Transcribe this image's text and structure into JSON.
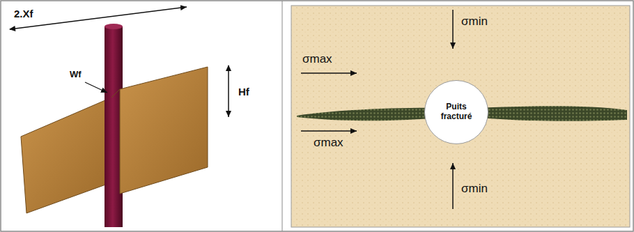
{
  "diagram": {
    "nodes": [
      {
        "text": [
          "Puits fracturé"
        ]
      }
    ],
    "labels": [
      "2.Xf",
      "Wf",
      "Hf",
      "σmin",
      "σmax",
      "σmax",
      "σmin"
    ]
  }
}
